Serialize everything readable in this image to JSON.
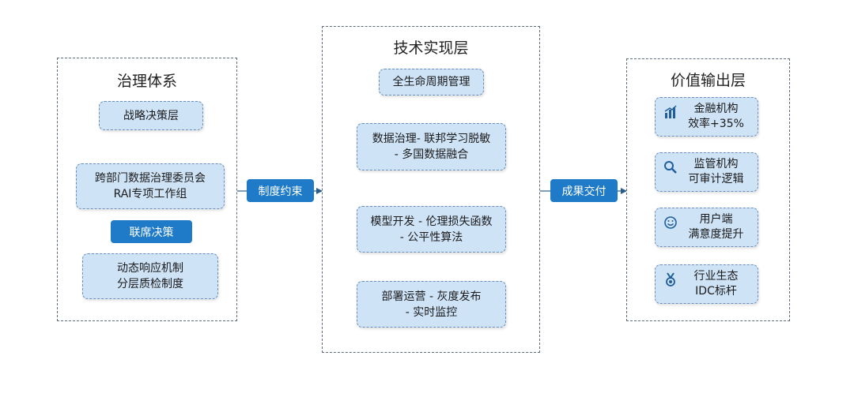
{
  "governance": {
    "title": "治理体系",
    "strategy": "战略决策层",
    "committee_line1": "跨部门数据治理委员会",
    "committee_line2": "RAI专项工作组",
    "joint_decision": "联席决策",
    "response_line1": "动态响应机制",
    "response_line2": "分层质检制度"
  },
  "connector_left": "制度约束",
  "tech": {
    "title": "技术实现层",
    "lifecycle": "全生命周期管理",
    "data_line1": "数据治理- 联邦学习脱敏",
    "data_line2": "- 多国数据融合",
    "model_line1": "模型开发 - 伦理损失函数",
    "model_line2": "- 公平性算法",
    "deploy_line1": "部署运营 - 灰度发布",
    "deploy_line2": "- 实时监控"
  },
  "connector_right": "成果交付",
  "value": {
    "title": "价值输出层",
    "items": [
      {
        "icon": "bar-chart-icon",
        "line1": "金融机构",
        "line2": "效率+35%"
      },
      {
        "icon": "magnifier-icon",
        "line1": "监管机构",
        "line2": "可审计逻辑"
      },
      {
        "icon": "smiley-icon",
        "line1": "用户端",
        "line2": "满意度提升"
      },
      {
        "icon": "medal-icon",
        "line1": "行业生态",
        "line2": "IDC标杆"
      }
    ]
  },
  "colors": {
    "accent": "#1f7bc8",
    "box_fill": "#cfe3f7",
    "box_border": "#6b8fb8",
    "panel_border": "#5b6b7d"
  }
}
